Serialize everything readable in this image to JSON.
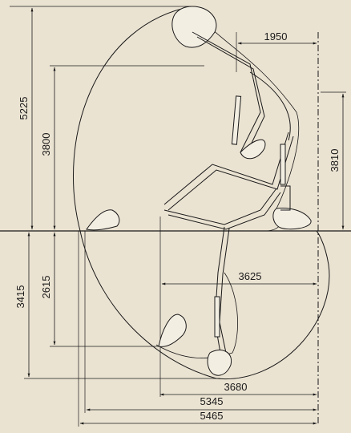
{
  "colors": {
    "background": "#ebe3d2",
    "ink": "#1a1a1a"
  },
  "dimensions": {
    "dim_1950": "1950",
    "dim_5225": "5225",
    "dim_3800": "3800",
    "dim_3810": "3810",
    "dim_2615": "2615",
    "dim_3415": "3415",
    "dim_3625": "3625",
    "dim_3680": "3680",
    "dim_5345": "5345",
    "dim_5465": "5465"
  }
}
